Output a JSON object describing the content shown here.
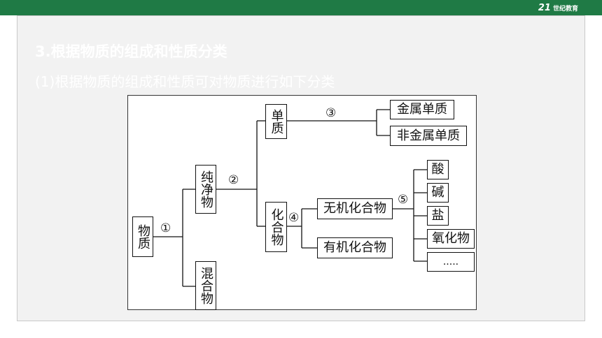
{
  "slide": {
    "heading": "3.根据物质的组成和性质分类",
    "subheading": "(1)根据物质的组成和性质可对物质进行如下分类",
    "logo_mark": "21",
    "logo_text": "世纪教育"
  },
  "diagram": {
    "nodes": {
      "substance": "物质",
      "pure": "纯净物",
      "mixture": "混合物",
      "element": "单质",
      "compound": "化合物",
      "metal_element": "金属单质",
      "nonmetal_element": "非金属单质",
      "inorganic": "无机化合物",
      "organic": "有机化合物",
      "acid": "酸",
      "base": "碱",
      "salt": "盐",
      "oxide": "氧化物",
      "more": "....."
    },
    "markers": {
      "m1": "①",
      "m2": "②",
      "m3": "③",
      "m4": "④",
      "m5": "⑤"
    }
  }
}
